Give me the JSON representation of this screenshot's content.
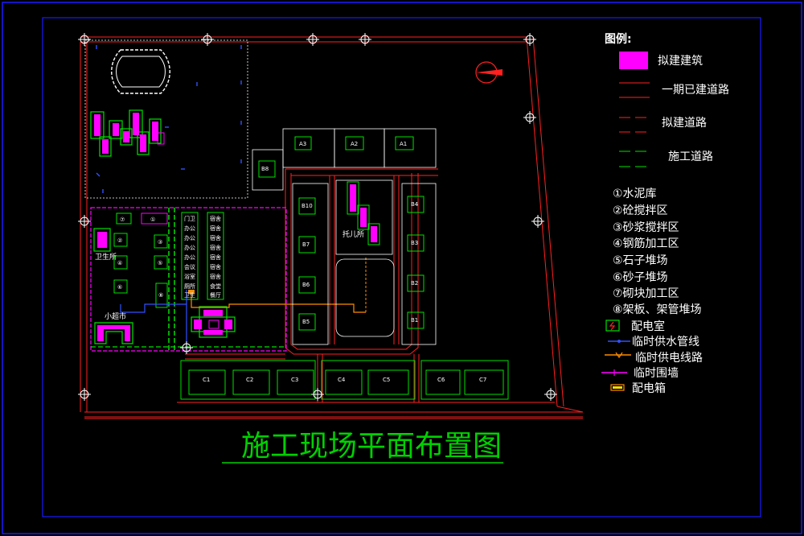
{
  "title": "施工现场平面布置图",
  "legend": {
    "heading": "图例:",
    "items": [
      {
        "key": "proposed_building",
        "label": "拟建建筑",
        "symbol": "magenta-box"
      },
      {
        "key": "phase1_road",
        "label": "一期已建道路",
        "symbol": "red-solid"
      },
      {
        "key": "proposed_road",
        "label": "拟建道路",
        "symbol": "red-dashed"
      },
      {
        "key": "construction_road",
        "label": "施工道路",
        "symbol": "green-dashed"
      }
    ],
    "zones": [
      "①水泥库",
      "②砼搅拌区",
      "③砂浆搅拌区",
      "④钢筋加工区",
      "⑤石子堆场",
      "⑥砂子堆场",
      "⑦砌块加工区",
      "⑧架板、架管堆场"
    ],
    "facilities": [
      {
        "key": "substation",
        "label": "配电室",
        "symbol": "green-box-icon"
      },
      {
        "key": "water_line",
        "label": "临时供水管线",
        "symbol": "blue-line"
      },
      {
        "key": "power_line",
        "label": "临时供电线路",
        "symbol": "orange-line"
      },
      {
        "key": "temp_wall",
        "label": "临时围墙",
        "symbol": "magenta-line"
      },
      {
        "key": "dist_box",
        "label": "配电箱",
        "symbol": "orange-box"
      }
    ]
  },
  "labels": {
    "toilet": "卫生所",
    "canteen": "小超市",
    "kindergarten": "托儿所",
    "blocks_a": [
      "A3",
      "A2",
      "A1"
    ],
    "blocks_b_left": [
      "B10",
      "B7",
      "B6",
      "B5"
    ],
    "blocks_b_right": [
      "B4",
      "B3",
      "B2",
      "B1"
    ],
    "block_b_top": "B8",
    "blocks_c": [
      "C1",
      "C2",
      "C3",
      "C4",
      "C5",
      "C6",
      "C7"
    ],
    "zone_markers": [
      "⑦",
      "①",
      "②",
      "③",
      "④",
      "⑤",
      "⑥",
      "⑧"
    ],
    "office_left": [
      "门卫",
      "办公",
      "办公",
      "办公",
      "办公",
      "会议",
      "浴室",
      "厕所",
      "卫生"
    ],
    "office_right": [
      "宿舍",
      "宿舍",
      "宿舍",
      "宿舍",
      "宿舍",
      "宿舍",
      "宿舍",
      "食堂",
      "餐厅"
    ]
  },
  "colors": {
    "frame": "#1a1aff",
    "road_red": "#ff2020",
    "green": "#00e000",
    "magenta": "#ff00ff",
    "white": "#ffffff",
    "blue": "#3050ff",
    "orange": "#ff8c00",
    "title": "#00d000"
  }
}
